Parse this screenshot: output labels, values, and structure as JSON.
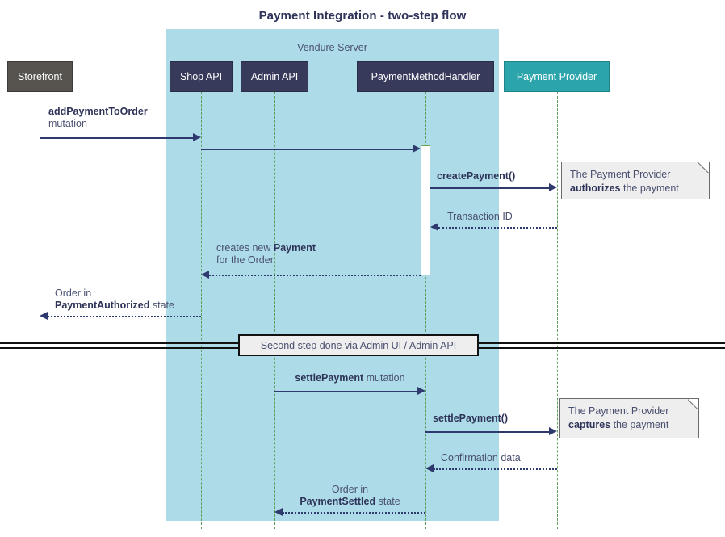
{
  "diagram": {
    "title": "Payment Integration - two-step flow",
    "type": "sequence-diagram",
    "group_label": "Vendure Server",
    "colors": {
      "band": "#addce8",
      "storefront": "#575450",
      "api": "#383a5c",
      "provider": "#2ba5ab",
      "arrow": "#2e3a6e",
      "lifeline": "#5fa05f",
      "note_bg": "#eeeeee",
      "title": "#2e3359"
    }
  },
  "participants": [
    {
      "id": "storefront",
      "label": "Storefront",
      "style": "dark",
      "in_group": false
    },
    {
      "id": "shop-api",
      "label": "Shop API",
      "style": "navy",
      "in_group": true
    },
    {
      "id": "admin-api",
      "label": "Admin API",
      "style": "navy",
      "in_group": true
    },
    {
      "id": "handler",
      "label": "PaymentMethodHandler",
      "style": "navy",
      "in_group": true
    },
    {
      "id": "provider",
      "label": "Payment Provider",
      "style": "teal",
      "in_group": false
    }
  ],
  "messages": [
    {
      "id": "m1",
      "from": "storefront",
      "to": "shop-api",
      "kind": "solid",
      "label_bold": "addPaymentToOrder",
      "label_plain": "mutation",
      "two_line": true
    },
    {
      "id": "m2",
      "from": "shop-api",
      "to": "handler",
      "kind": "solid",
      "label_bold": "",
      "label_plain": ""
    },
    {
      "id": "m3",
      "from": "handler",
      "to": "provider",
      "kind": "solid",
      "label_bold": "createPayment()",
      "label_plain": ""
    },
    {
      "id": "m4",
      "from": "provider",
      "to": "handler",
      "kind": "dotted",
      "label_bold": "",
      "label_plain": "Transaction ID"
    },
    {
      "id": "m5",
      "from": "handler",
      "to": "shop-api",
      "kind": "dotted",
      "label_line1": "creates new",
      "label_bold": "Payment",
      "label_line2": "for the Order"
    },
    {
      "id": "m6",
      "from": "shop-api",
      "to": "storefront",
      "kind": "dotted",
      "label_line1": "Order in",
      "label_bold": "PaymentAuthorized",
      "label_plain": "state"
    },
    {
      "id": "m7",
      "from": "admin-api",
      "to": "handler",
      "kind": "solid",
      "label_bold": "settlePayment",
      "label_plain": "mutation"
    },
    {
      "id": "m8",
      "from": "handler",
      "to": "provider",
      "kind": "solid",
      "label_bold": "settlePayment()",
      "label_plain": ""
    },
    {
      "id": "m9",
      "from": "provider",
      "to": "handler",
      "kind": "dotted",
      "label_bold": "",
      "label_plain": "Confirmation data"
    },
    {
      "id": "m10",
      "from": "handler",
      "to": "admin-api",
      "kind": "dotted",
      "label_line1": "Order in",
      "label_bold": "PaymentSettled",
      "label_plain": "state"
    }
  ],
  "notes": [
    {
      "id": "note-authorize",
      "line1": "The Payment Provider",
      "bold": "authorizes",
      "after_bold": " the payment"
    },
    {
      "id": "note-capture",
      "line1": "The Payment Provider",
      "bold": "captures",
      "after_bold": " the payment"
    }
  ],
  "divider": {
    "label": "Second step done via Admin UI / Admin API"
  },
  "labels": {
    "m1_bold": "addPaymentToOrder",
    "m1_plain": "mutation",
    "m3": "createPayment()",
    "m4": "Transaction ID",
    "m5_line1_plain": "creates new ",
    "m5_line1_bold": "Payment",
    "m5_line2": "for the Order",
    "m6_line1": "Order in",
    "m6_bold": "PaymentAuthorized",
    "m6_plain": " state",
    "m7_bold": "settlePayment",
    "m7_plain": " mutation",
    "m8": "settlePayment()",
    "m9": "Confirmation data",
    "m10_line1": "Order in",
    "m10_bold": "PaymentSettled",
    "m10_plain": " state"
  }
}
